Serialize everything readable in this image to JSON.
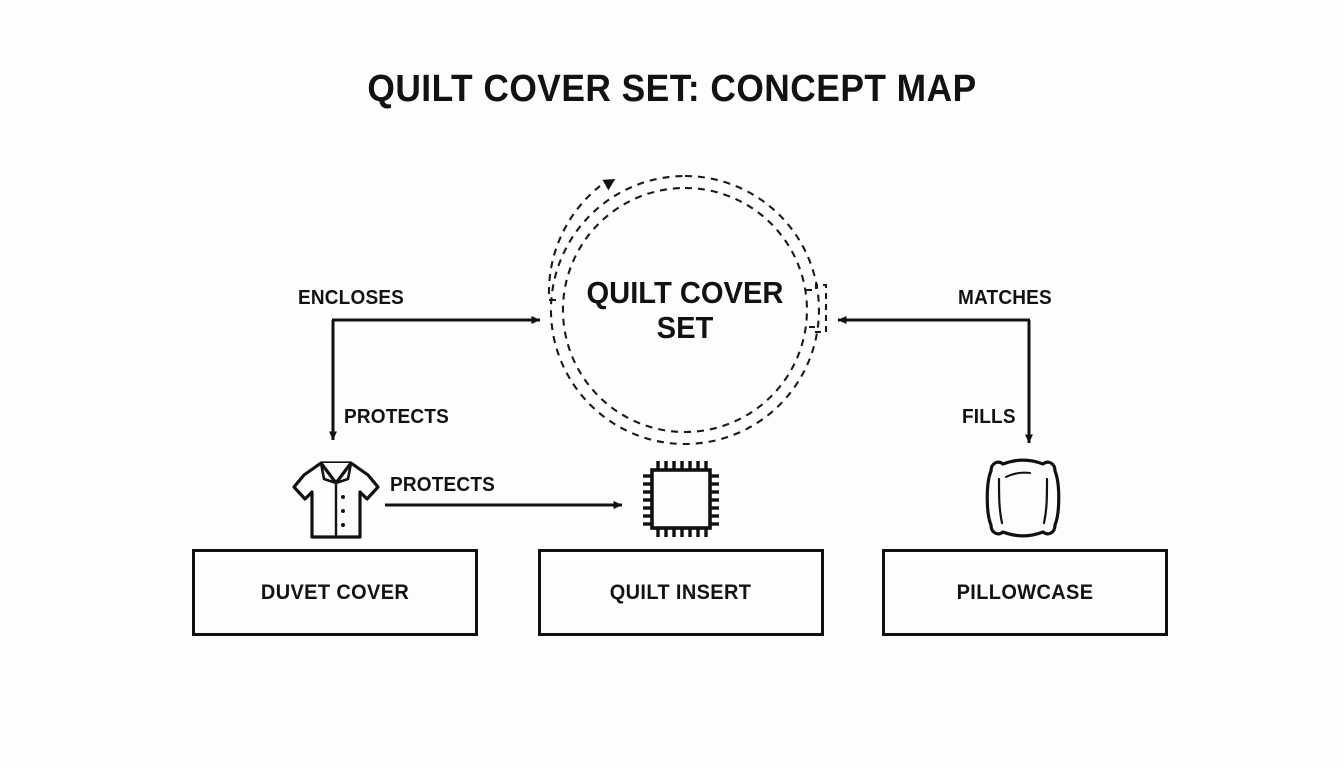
{
  "page": {
    "title": "QUILT COVER SET: CONCEPT MAP",
    "background_color": "#fdfdfc",
    "ink_color": "#121212"
  },
  "hub": {
    "label": "QUILT COVER\nSET",
    "line1": "QUILT COVER",
    "line2": "SET",
    "shape": "double-dashed-circle"
  },
  "edges": [
    {
      "id": "encloses",
      "label": "ENCLOSES",
      "from": "duvet-cover",
      "to": "quilt-cover-set",
      "direction": "right"
    },
    {
      "id": "protects-left",
      "label": "PROTECTS",
      "from": "quilt-cover-set",
      "to": "duvet-cover",
      "direction": "down"
    },
    {
      "id": "protects-mid",
      "label": "PROTECTS",
      "from": "duvet-cover",
      "to": "quilt-insert",
      "direction": "right"
    },
    {
      "id": "matches",
      "label": "MATCHES",
      "from": "pillowcase",
      "to": "quilt-cover-set",
      "direction": "left"
    },
    {
      "id": "fills",
      "label": "FILLS",
      "from": "quilt-cover-set",
      "to": "pillowcase",
      "direction": "down"
    }
  ],
  "nodes": [
    {
      "id": "duvet-cover",
      "label": "DUVET COVER",
      "icon": "shirt-icon"
    },
    {
      "id": "quilt-insert",
      "label": "QUILT INSERT",
      "icon": "chip-square-icon"
    },
    {
      "id": "pillowcase",
      "label": "PILLOWCASE",
      "icon": "pillow-icon"
    }
  ]
}
